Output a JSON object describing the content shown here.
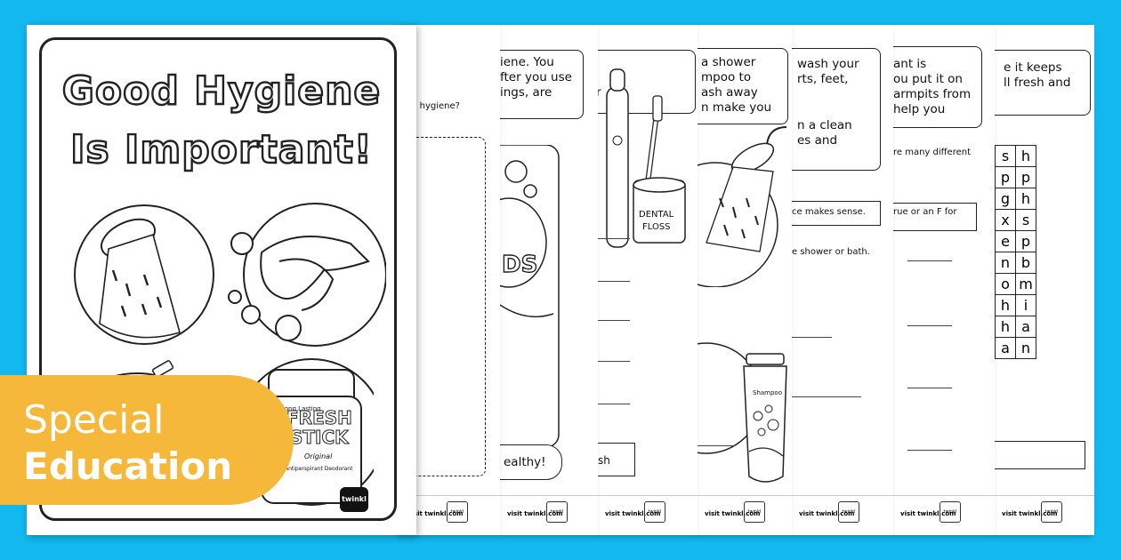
{
  "cover": {
    "title_line1": "Good Hygiene",
    "title_line2": "Is Important!",
    "logo": "twinkl",
    "deodorant_text": {
      "long_lasting": "Long Lasting",
      "brand1": "FRESH",
      "brand2": "STICK",
      "variant": "Original",
      "product": "Antiperspirant Deodorant"
    }
  },
  "badge": {
    "line1": "Special",
    "line2": "Education",
    "color": "#f5b83a"
  },
  "background_color": "#12b8ee",
  "sheets": {
    "s1": {
      "q": "od hygiene?",
      "footer_url": "visit twinkl.com"
    },
    "s2": {
      "l1": "iene. You",
      "l2": "fter you use",
      "l3": "ings, are",
      "bubble": "ealthy!",
      "soap_label": "DS",
      "footer_url": "visit twinkl.com"
    },
    "s3": {
      "l1": "r",
      "floss1": "DENTAL",
      "floss2": "FLOSS",
      "answer": "sh",
      "footer_url": "visit twinkl.com"
    },
    "s4": {
      "l1": "a shower",
      "l2": "mpoo to",
      "l3": "ash away",
      "l4": "n make you",
      "shampoo": "Shampoo",
      "footer_url": "visit twinkl.com"
    },
    "s5": {
      "l1": "wash your",
      "l2": "rts, feet,",
      "l3": "n a clean",
      "l4": "es and",
      "q1": "ce makes sense.",
      "q2": "e shower or bath.",
      "footer_url": "visit twinkl.com"
    },
    "s6": {
      "l1": "ant is",
      "l2": "ou put it on",
      "l3": "armpits from",
      "l4": "help you",
      "q1": "re many different",
      "q2": "rue or an F for",
      "footer_url": "visit twinkl.com"
    },
    "s7": {
      "l1": "e it keeps",
      "l2": "ll fresh and",
      "grid": [
        [
          "s",
          "h"
        ],
        [
          "p",
          "p"
        ],
        [
          "g",
          "h"
        ],
        [
          "x",
          "s"
        ],
        [
          "e",
          "p"
        ],
        [
          "n",
          "b"
        ],
        [
          "o",
          "m"
        ],
        [
          "h",
          "i"
        ],
        [
          "h",
          "a"
        ],
        [
          "a",
          "n"
        ]
      ],
      "footer_url": "visit twinkl.com"
    }
  }
}
